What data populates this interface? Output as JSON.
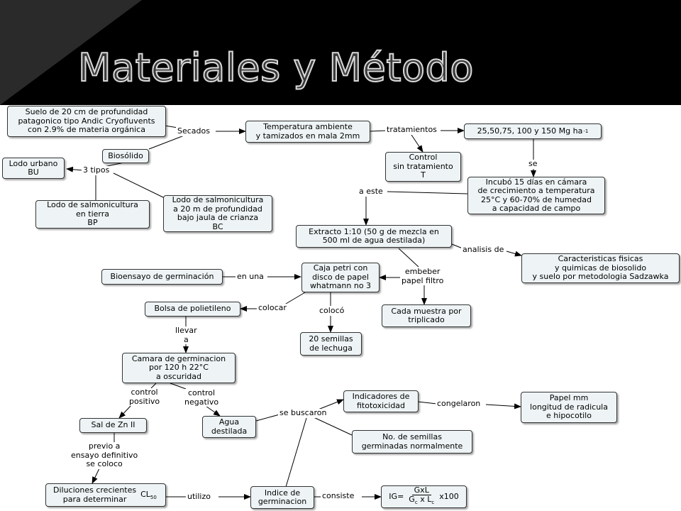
{
  "page": {
    "title": "Materiales y Método"
  },
  "nodes": {
    "suelo": "Suelo de 20 cm de profundidad\npatagonico tipo Andic Cryofluvents\ncon 2.9% de materia orgánica",
    "temperatura": "Temperatura ambiente\ny tamizados en mala 2mm",
    "dosis": "25,50,75, 100 y 150 Mg  ha",
    "dosis_exp": "-1",
    "biosolido": "Biosólido",
    "lodo_urbano": "Lodo urbano\nBU",
    "control": "Control\nsin tratamiento\nT",
    "incubo": "Incubó 15 días en cámara\nde crecimiento a temperatura\n25°C y 60-70% de humedad\na capacidad de campo",
    "lodo_tierra": "Lodo de salmonicultura\nen tierra\nBP",
    "lodo_jaula": "Lodo de salmonicultura\na 20 m de profundidad\nbajo jaula de crianza\nBC",
    "extracto": "Extracto 1:10 (50 g de mezcla en\n500 ml de agua destilada)",
    "caracteristicas": "Caracteristicas fisicas\ny quimicas de biosolido\ny suelo por metodologia Sadzawka",
    "bioensayo": "Bioensayo de germinación",
    "caja": "Caja petri con\ndisco de papel\nwhatmann no 3",
    "bolsa": "Bolsa de polietileno",
    "cada_muestra": "Cada muestra por\ntriplicado",
    "semillas": "20 semillas\nde lechuga",
    "camara": "Camara de germinacion\npor 120 h 22°C\na oscuridad",
    "indicadores": "Indicadores de\nfitotoxicidad",
    "papel": "Papel mm\nlongitud de radicula\ne hipocotilo",
    "sal": "Sal de Zn II",
    "agua": "Agua\ndestilada",
    "no_semillas": "No. de semillas\ngerminadas normalmente",
    "diluciones": "Diluciones crecientes\npara determinar",
    "diluciones_cl": "CL",
    "diluciones_sub": "50",
    "indice": "Indice de\ngerminacion",
    "formula_lhs": "IG=",
    "formula_num": "GxL",
    "formula_den": "G",
    "formula_den_sub1": "c",
    "formula_den_mid": "x L",
    "formula_den_sub2": "c",
    "formula_rhs": "x100"
  },
  "links": {
    "secados": "Secados",
    "tratamientos": "tratamientos",
    "tres_tipos": "3 tipos",
    "se": "se",
    "a_este": "a este",
    "analisis_de": "analisis de",
    "en_una": "en una",
    "embeber": "embeber\npapel filtro",
    "colocar": "colocar",
    "coloco": "colocó",
    "llevar": "llevar\na",
    "control_positivo": "control\npositivo",
    "control_negativo": "control\nnegativo",
    "se_buscaron": "se buscaron",
    "congelaron": "congelaron",
    "previo": "previo a\nensayo definitivo\nse coloco",
    "utilizo": "utilizo",
    "consiste": "consiste"
  }
}
